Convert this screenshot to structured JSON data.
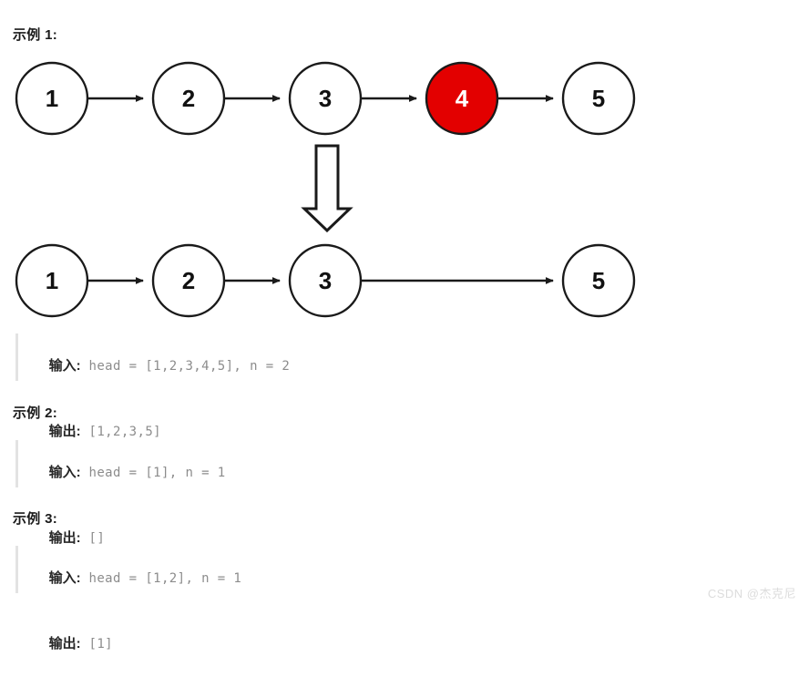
{
  "page": {
    "watermark": "CSDN @杰克尼",
    "background": "#ffffff"
  },
  "colors": {
    "highlight_node_fill": "#e30000",
    "highlight_node_text": "#ffffff",
    "node_fill": "#ffffff",
    "node_stroke": "#1a1a1a",
    "node_text": "#111111",
    "arrow": "#1a1a1a",
    "code_value_text": "#8c8c8c",
    "code_label_text": "#262626",
    "code_bar": "#e3e3e3",
    "heading_text": "#1a1a1a",
    "watermark_text": "#dcdcdc"
  },
  "examples": [
    {
      "heading": "示例 1:",
      "input_label": "输入:",
      "input_value": "head = [1,2,3,4,5], n = 2",
      "output_label": "输出:",
      "output_value": "[1,2,3,5]"
    },
    {
      "heading": "示例 2:",
      "input_label": "输入:",
      "input_value": "head = [1], n = 1",
      "output_label": "输出:",
      "output_value": "[]"
    },
    {
      "heading": "示例 3:",
      "input_label": "输入:",
      "input_value": "head = [1,2], n = 1",
      "output_label": "输出:",
      "output_value": "[1]"
    }
  ],
  "diagram": {
    "type": "linked-list",
    "before": {
      "nodes": [
        {
          "label": "1",
          "highlight": false
        },
        {
          "label": "2",
          "highlight": false
        },
        {
          "label": "3",
          "highlight": false
        },
        {
          "label": "4",
          "highlight": true
        },
        {
          "label": "5",
          "highlight": false
        }
      ],
      "edges": [
        "1->2",
        "2->3",
        "3->4",
        "4->5"
      ]
    },
    "transform_arrow": "down-block-arrow",
    "after": {
      "nodes": [
        {
          "label": "1",
          "highlight": false
        },
        {
          "label": "2",
          "highlight": false
        },
        {
          "label": "3",
          "highlight": false
        },
        {
          "label": "5",
          "highlight": false
        }
      ],
      "edges": [
        "1->2",
        "2->3",
        "3->5"
      ]
    }
  }
}
